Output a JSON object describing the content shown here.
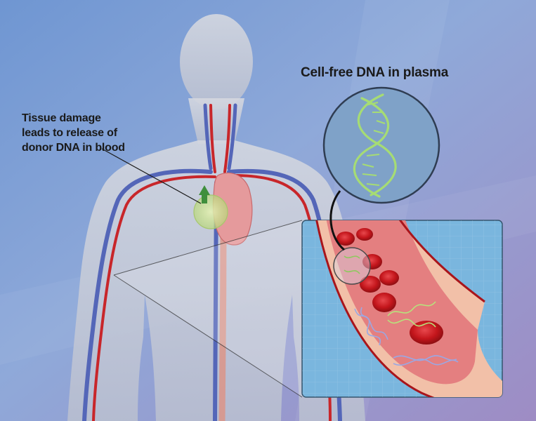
{
  "labels": {
    "cfdna_title": "Cell-free DNA in plasma",
    "tissue_damage_lines": [
      "Tissue damage",
      "leads to release of",
      "donor DNA in blood"
    ]
  },
  "colors": {
    "background_left": "#7d9ed3",
    "background_right": "#9a8ec6",
    "body_silhouette": "#c7cdd8",
    "artery": "#c8262a",
    "vein": "#5466b8",
    "heart": "#e59a9c",
    "release_glow": "#c9e08a",
    "release_arrow": "#3f8f3c",
    "dna_strand": "#9ed86d",
    "dna_blue_strand": "#8fa0e0",
    "red_blood_cell": "#c4161c",
    "vessel_wall": "#f2c0a8",
    "plasma_inset": "#7ab6de"
  }
}
